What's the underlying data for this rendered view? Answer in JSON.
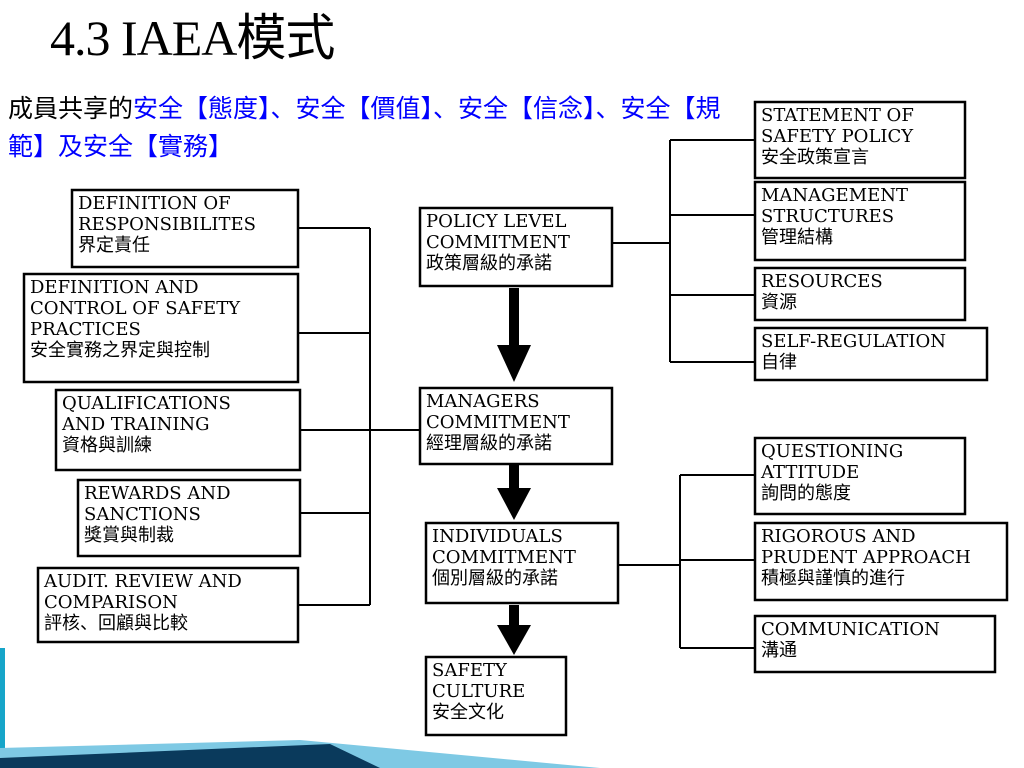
{
  "title": "4.3  IAEA模式",
  "subtitle": {
    "prefix": "成員共享的",
    "highlight": "安全【態度】、安全【價值】、安全【信念】、安全【規範】及安全【實務】"
  },
  "center_boxes": [
    {
      "lines": [
        "POLICY LEVEL",
        "COMMITMENT",
        "政策層級的承諾"
      ]
    },
    {
      "lines": [
        "MANAGERS",
        "COMMITMENT",
        "經理層級的承諾"
      ]
    },
    {
      "lines": [
        "INDIVIDUALS",
        "COMMITMENT",
        "個別層級的承諾"
      ]
    },
    {
      "lines": [
        "SAFETY",
        "CULTURE",
        "安全文化"
      ]
    }
  ],
  "left_boxes": [
    {
      "lines": [
        "DEFINITION OF",
        "RESPONSIBILITES",
        "界定責任"
      ]
    },
    {
      "lines": [
        "DEFINITION AND",
        "CONTROL OF SAFETY",
        "PRACTICES",
        "安全實務之界定與控制"
      ]
    },
    {
      "lines": [
        "QUALIFICATIONS",
        "AND TRAINING",
        "資格與訓練"
      ]
    },
    {
      "lines": [
        "REWARDS AND",
        "SANCTIONS",
        "獎賞與制裁"
      ]
    },
    {
      "lines": [
        "AUDIT. REVIEW AND",
        "COMPARISON",
        "評核、回顧與比較"
      ]
    }
  ],
  "right_top_boxes": [
    {
      "lines": [
        "STATEMENT OF",
        "SAFETY POLICY",
        "安全政策宣言"
      ]
    },
    {
      "lines": [
        "MANAGEMENT",
        "STRUCTURES",
        "管理結構"
      ]
    },
    {
      "lines": [
        "RESOURCES",
        "資源"
      ]
    },
    {
      "lines": [
        "SELF-REGULATION",
        "自律"
      ]
    }
  ],
  "right_bottom_boxes": [
    {
      "lines": [
        "QUESTIONING",
        "ATTITUDE",
        "詢問的態度"
      ]
    },
    {
      "lines": [
        "RIGOROUS AND",
        "PRUDENT APPROACH",
        "積極與謹慎的進行"
      ]
    },
    {
      "lines": [
        "COMMUNICATION",
        "溝通"
      ]
    }
  ]
}
